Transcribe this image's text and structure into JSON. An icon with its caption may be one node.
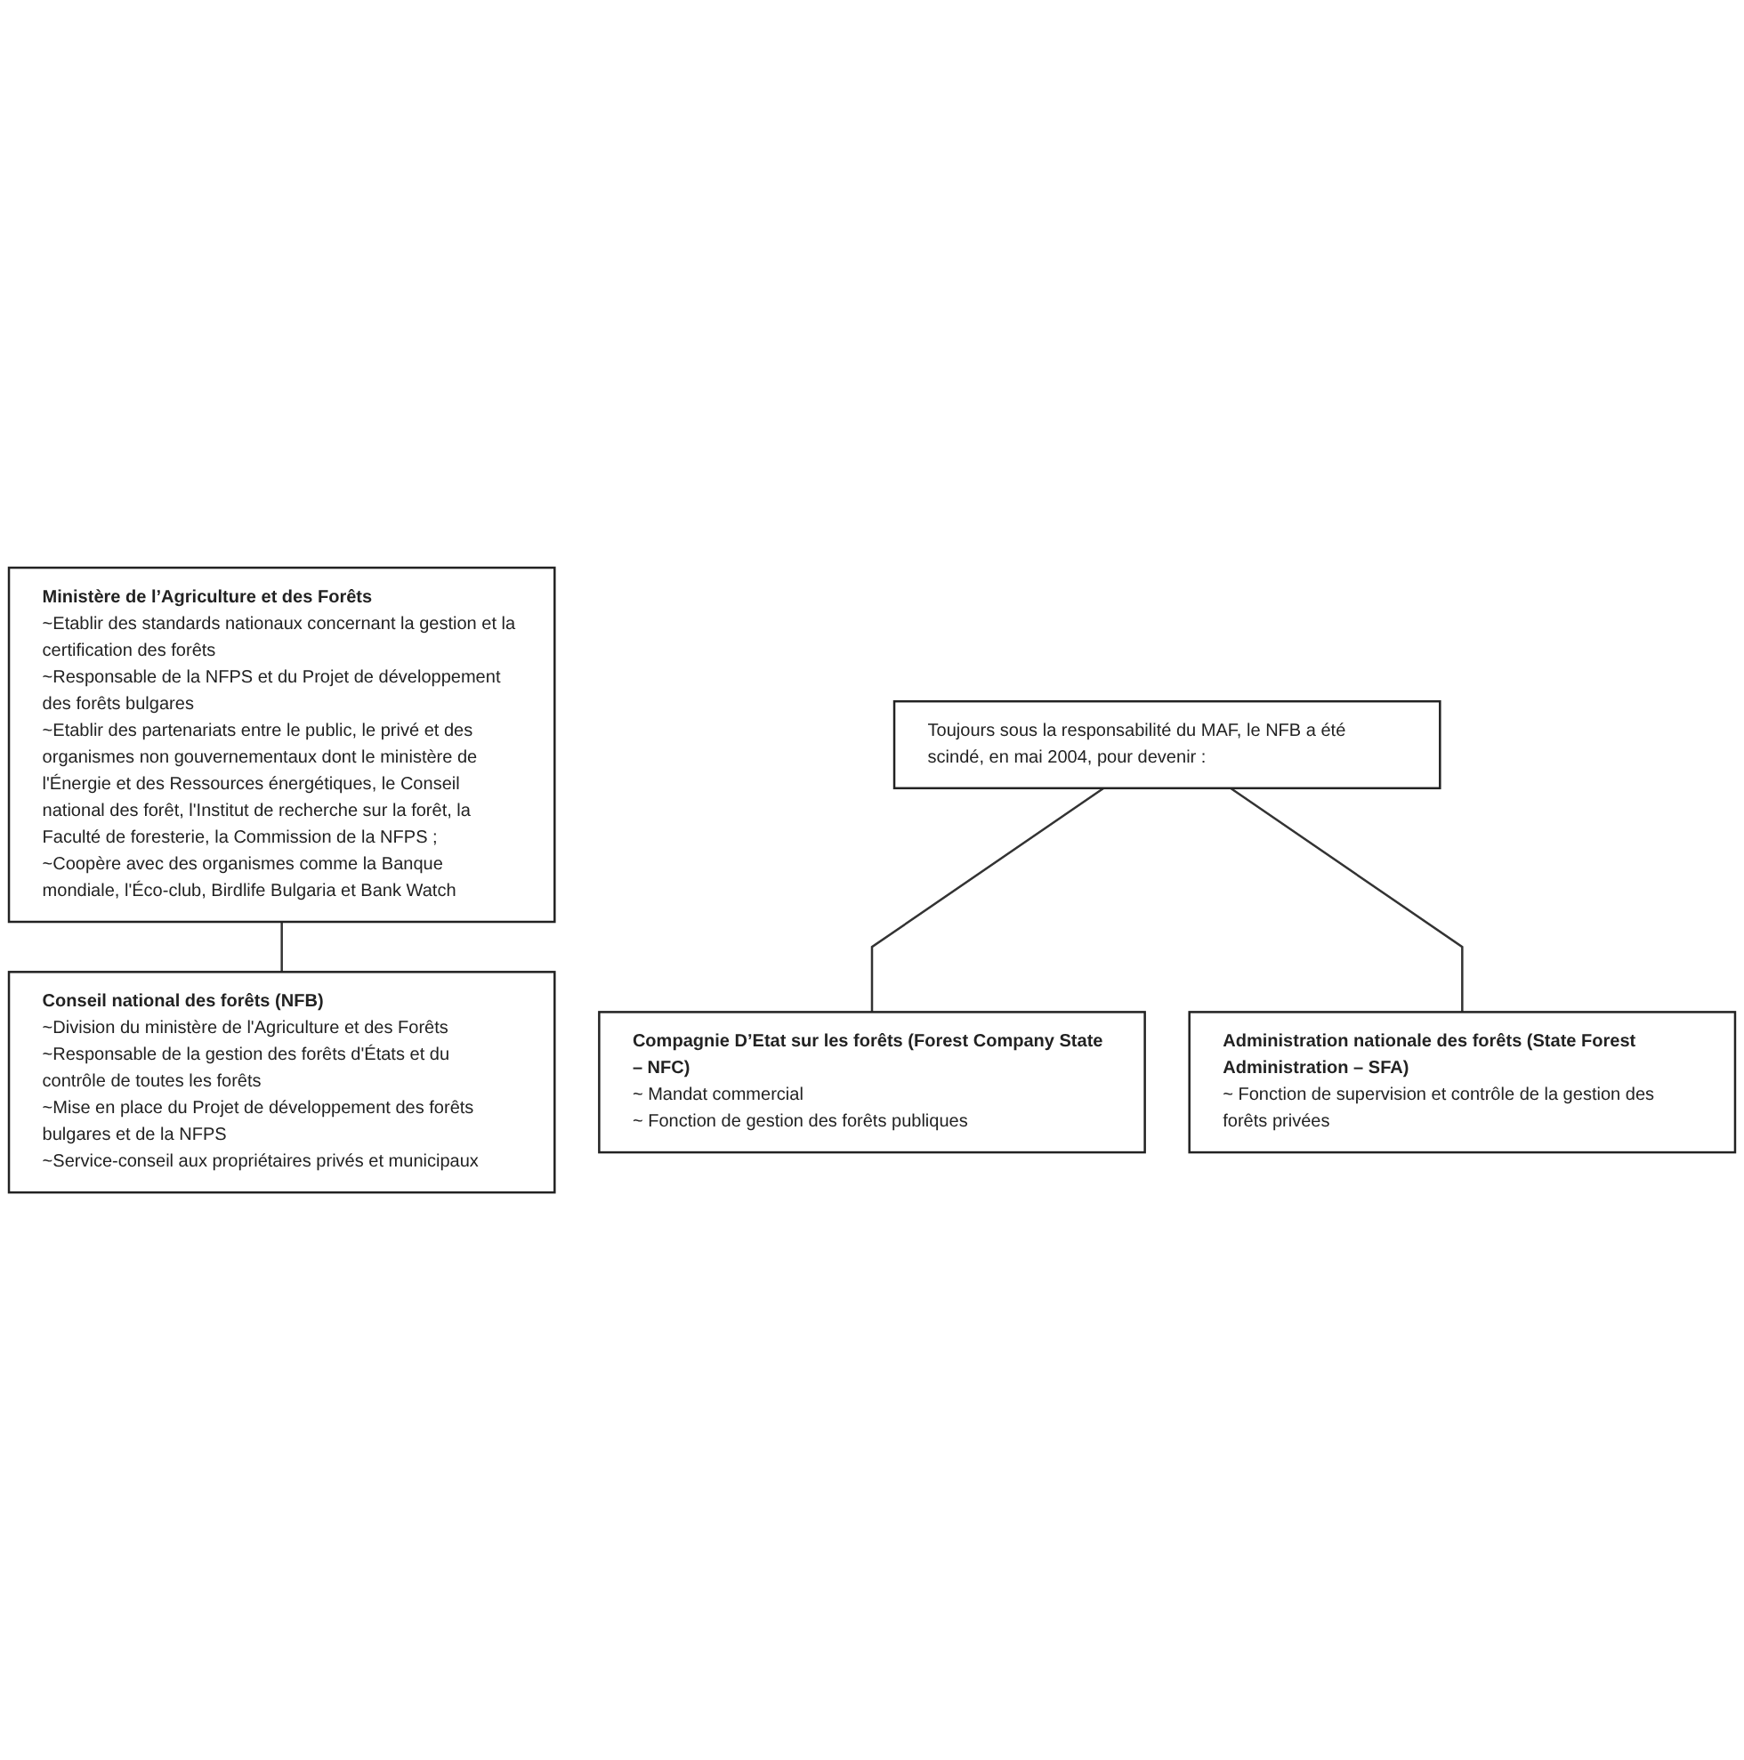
{
  "diagram": {
    "nodes": [
      {
        "text": [
          "Ministère de l’Agriculture et des Forêts",
          "~Etablir des standards nationaux concernant la gestion et la certification des forêts",
          "~Responsable de la NFPS et du Projet de développement des forêts bulgares",
          "~Etablir des partenariats entre le public, le privé et des organismes non gouvernementaux dont le ministère de l'Énergie et des Ressources énergétiques, le Conseil national des forêt, l'Institut de recherche sur la forêt, la Faculté de foresterie, la Commission de la NFPS ;",
          "~Coopère avec des organismes comme la Banque mondiale, l'Éco-club, Birdlife Bulgaria et Bank Watch"
        ]
      },
      {
        "text": [
          "Conseil national des forêts (NFB)",
          "~Division du ministère de l'Agriculture et des Forêts",
          "~Responsable de la gestion des forêts d'États et du contrôle de toutes les forêts",
          "~Mise en place du Projet de développement des forêts bulgares et de la NFPS",
          "~Service-conseil aux propriétaires privés et municipaux"
        ]
      },
      {
        "text": [
          "Toujours sous la responsabilité du MAF, le NFB a été scindé, en mai 2004, pour devenir :"
        ]
      },
      {
        "text": [
          "Compagnie D’Etat sur les forêts (Forest Company State – NFC)",
          "~ Mandat commercial",
          "~ Fonction de gestion des forêts publiques"
        ]
      },
      {
        "text": [
          "Administration nationale des forêts (State Forest Administration – SFA)",
          "~ Fonction de supervision et contrôle de la gestion des forêts privées"
        ]
      }
    ],
    "edges": [
      {
        "from": 0,
        "to": 1,
        "arrow": "none"
      },
      {
        "from": 2,
        "to": 3,
        "arrow": "none"
      },
      {
        "from": 2,
        "to": 4,
        "arrow": "none"
      }
    ]
  }
}
